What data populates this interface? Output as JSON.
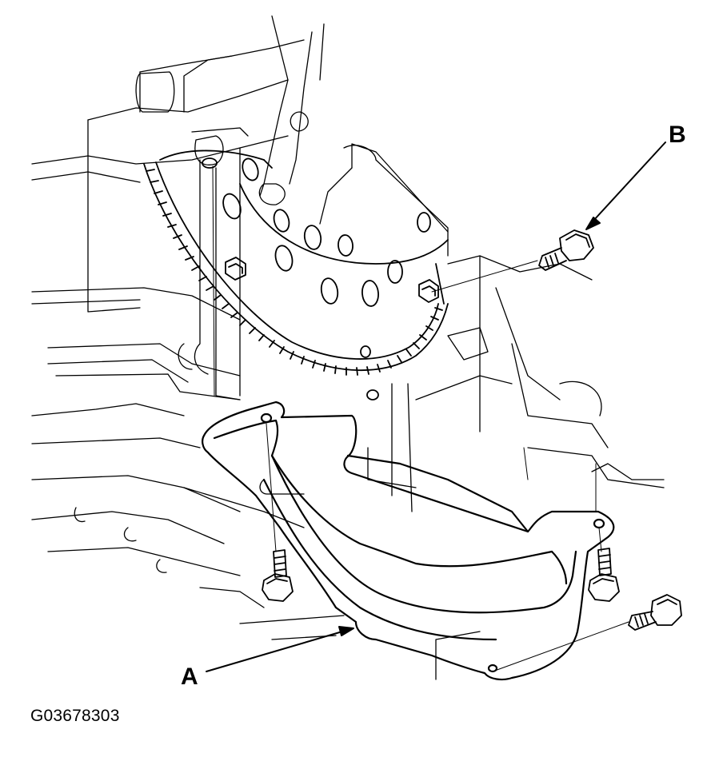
{
  "diagram": {
    "callout_b": "B",
    "callout_a": "A",
    "figure_id": "G03678303",
    "line_color": "#000000",
    "background_color": "#ffffff"
  }
}
